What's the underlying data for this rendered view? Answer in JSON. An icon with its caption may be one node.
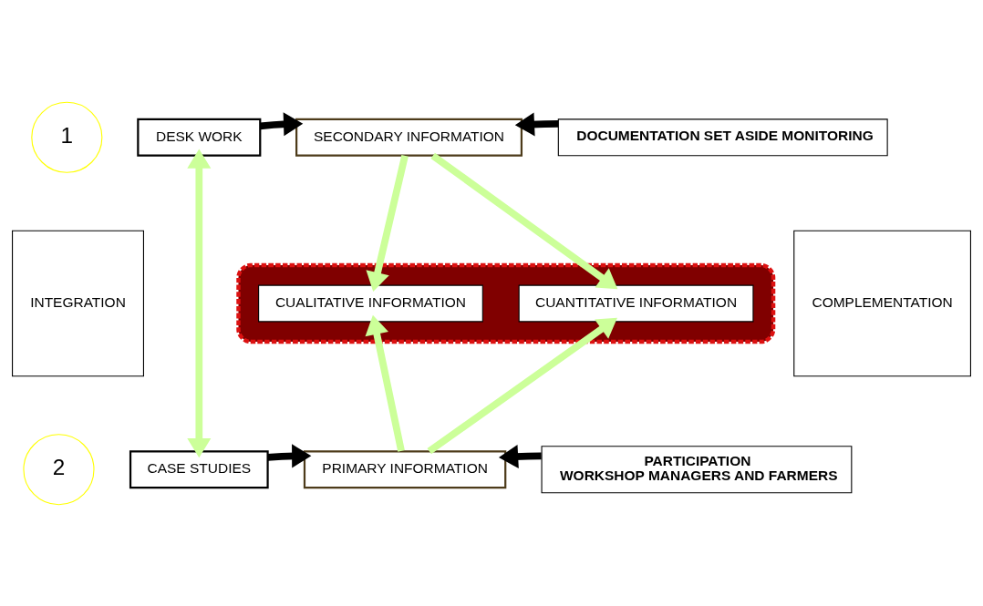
{
  "diagram": {
    "nodes": [
      {
        "text": [
          "1"
        ]
      },
      {
        "text": [
          "DESK WORK"
        ]
      },
      {
        "text": [
          "SECONDARY INFORMATION"
        ]
      },
      {
        "text": [
          "DOCUMENTATION SET ASIDE MONITORING"
        ]
      },
      {
        "text": [],
        "shape": "ellipse"
      },
      {
        "text": [
          "CUANTITATIVE INFORMATION"
        ],
        "in": 4
      },
      {
        "text": [
          "CUALITATIVE INFORMATION"
        ],
        "in": 4
      },
      {
        "text": [
          "INTEGRATION"
        ]
      },
      {
        "text": [
          "COMPLEMENTATION"
        ]
      },
      {
        "text": [
          "2"
        ]
      },
      {
        "text": [
          "CASE STUDIES"
        ]
      },
      {
        "text": [
          "PRIMARY INFORMATION"
        ]
      },
      {
        "text": [
          "PARTICIPATION",
          "WORKSHOP MANAGERS AND FARMERS"
        ]
      }
    ],
    "edges": [
      {
        "from": 1,
        "to": 2,
        "arrow": "to",
        "color": "#000000"
      },
      {
        "from": 3,
        "to": 2,
        "arrow": "to",
        "color": "#000000"
      },
      {
        "from": 1,
        "to": 10,
        "arrow": "both",
        "color": "#ccff99"
      },
      {
        "from": 2,
        "to": 5,
        "arrow": "to",
        "color": "#ccff99"
      },
      {
        "from": 2,
        "to": 6,
        "arrow": "to",
        "color": "#ccff99"
      },
      {
        "from": 11,
        "to": 5,
        "arrow": "to",
        "color": "#ccff99"
      },
      {
        "from": 11,
        "to": 6,
        "arrow": "to",
        "color": "#ccff99"
      },
      {
        "from": 10,
        "to": 11,
        "arrow": "to",
        "color": "#000000"
      },
      {
        "from": 12,
        "to": 11,
        "arrow": "to",
        "color": "#000000"
      }
    ]
  }
}
